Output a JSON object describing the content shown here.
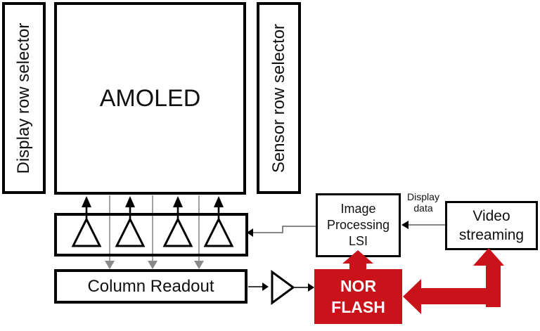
{
  "diagram": {
    "description": "Block diagram of an AMOLED display with integrated sensor readout and video streaming path",
    "blocks": {
      "display_row_selector": {
        "label": "Display row selector"
      },
      "amoled": {
        "label": "AMOLED"
      },
      "sensor_row_selector": {
        "label": "Sensor row selector"
      },
      "amplifier_array": {
        "amplifier_count": 4
      },
      "column_readout": {
        "label": "Column Readout"
      },
      "image_processing_lsi": {
        "lines": [
          "Image",
          "Processing",
          "LSI"
        ]
      },
      "video_streaming": {
        "lines": [
          "Video",
          "streaming"
        ]
      },
      "nor_flash": {
        "lines": [
          "NOR",
          "FLASH"
        ]
      }
    },
    "annotations": {
      "display_data": {
        "lines": [
          "Display",
          "data"
        ]
      }
    },
    "colors": {
      "highlight_red": "#C9121A",
      "line_gray": "#8A8A8A",
      "connector_gray": "#777777",
      "box_border_black": "#000000"
    }
  }
}
